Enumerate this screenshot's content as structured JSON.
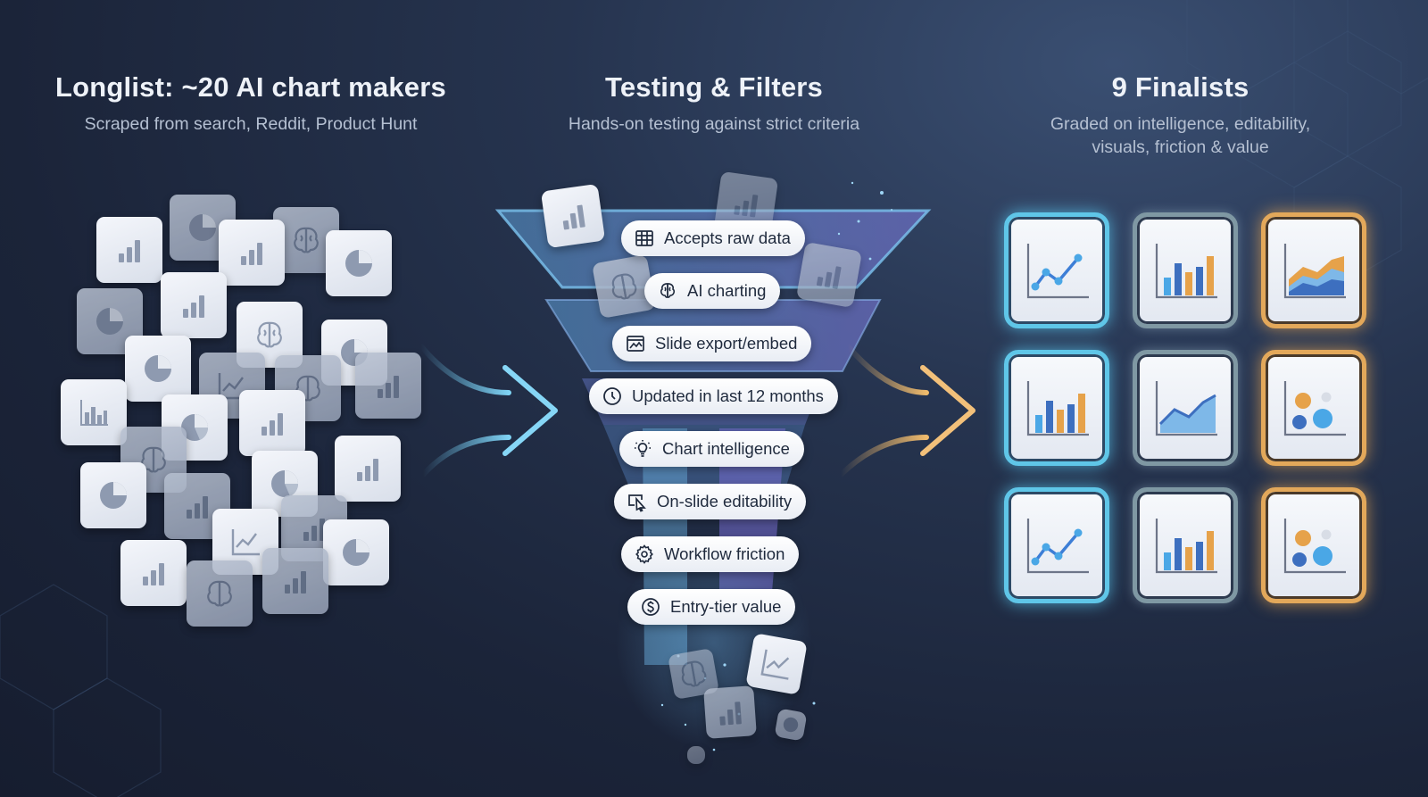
{
  "columns": {
    "longlist": {
      "title": "Longlist: ~20 AI chart makers",
      "subtitle": "Scraped from search, Reddit, Product Hunt"
    },
    "testing": {
      "title": "Testing & Filters",
      "subtitle": "Hands-on testing against strict criteria"
    },
    "finalists": {
      "title": "9 Finalists",
      "subtitle_line1": "Graded on intelligence, editability,",
      "subtitle_line2": "visuals, friction & value"
    }
  },
  "filters": [
    {
      "label": "Accepts raw data",
      "icon": "table-icon"
    },
    {
      "label": "AI charting",
      "icon": "brain-icon"
    },
    {
      "label": "Slide export/embed",
      "icon": "slide-image-icon"
    },
    {
      "label": "Updated in last 12 months",
      "icon": "clock-icon"
    },
    {
      "label": "Chart intelligence",
      "icon": "lightbulb-icon"
    },
    {
      "label": "On-slide editability",
      "icon": "cursor-edit-icon"
    },
    {
      "label": "Workflow friction",
      "icon": "gear-icon"
    },
    {
      "label": "Entry-tier value",
      "icon": "dollar-icon"
    }
  ],
  "finalists": [
    {
      "icon": "line-chart-icon",
      "tier": "blue"
    },
    {
      "icon": "bar-chart-icon",
      "tier": "grey"
    },
    {
      "icon": "area-chart-icon",
      "tier": "gold"
    },
    {
      "icon": "bar-chart-icon",
      "tier": "blue"
    },
    {
      "icon": "area-chart-icon",
      "tier": "grey"
    },
    {
      "icon": "bubble-chart-icon",
      "tier": "gold"
    },
    {
      "icon": "line-chart-icon",
      "tier": "blue"
    },
    {
      "icon": "bar-chart-icon",
      "tier": "grey"
    },
    {
      "icon": "bubble-chart-icon",
      "tier": "gold"
    }
  ],
  "colors": {
    "blue": "#5fc6e8",
    "grey": "#7f98a3",
    "gold": "#e3a85a",
    "tile_icon": "#8e9ab0"
  }
}
